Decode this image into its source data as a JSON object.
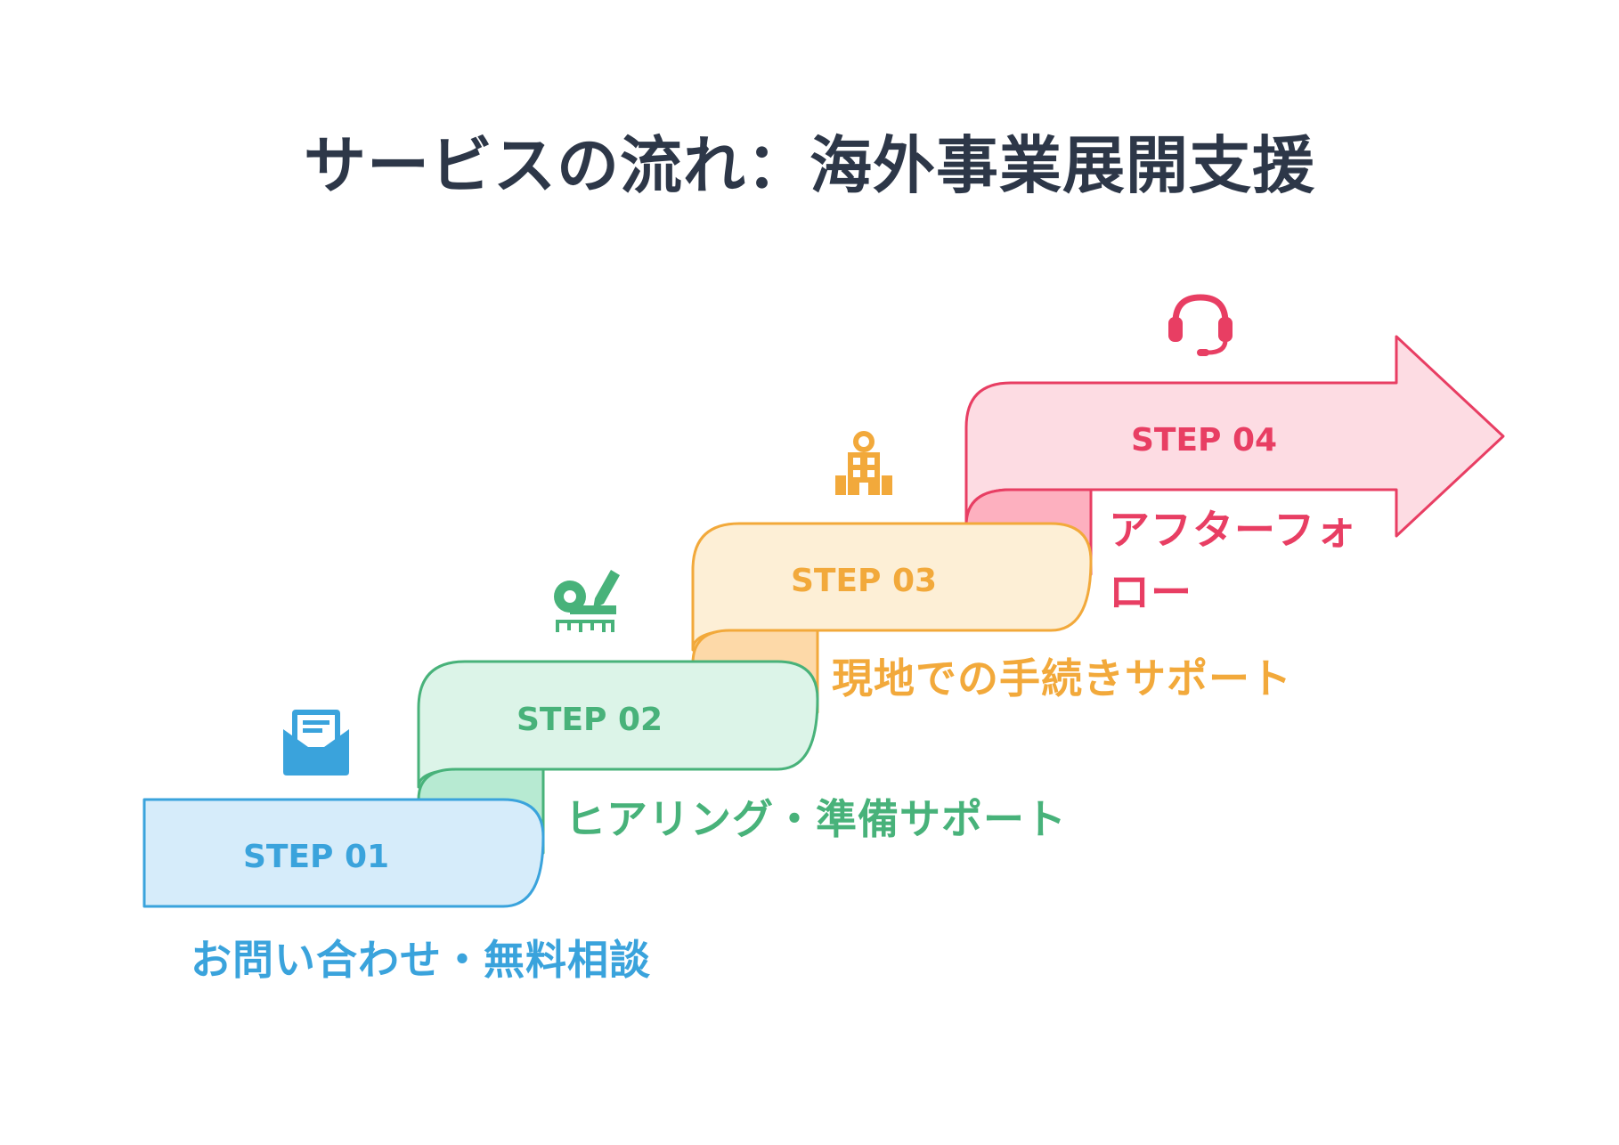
{
  "title": "サービスの流れ：海外事業展開支援",
  "steps": [
    {
      "label": "STEP 01",
      "description": "お問い合わせ・無料相談",
      "icon": "mail-inbox-icon",
      "color": "#3aa3dc",
      "fill": "#d6ecfa",
      "fold": "#d6ecfa"
    },
    {
      "label": "STEP 02",
      "description": "ヒアリング・準備サポート",
      "icon": "design-tools-icon",
      "color": "#48b27a",
      "fill": "#dcf4e8",
      "fold": "#b7ead2"
    },
    {
      "label": "STEP 03",
      "description": "現地での手続きサポート",
      "icon": "office-building-icon",
      "color": "#f2a93b",
      "fill": "#fdefd6",
      "fold": "#fdd9a8"
    },
    {
      "label": "STEP 04",
      "description": "アフターフォロー",
      "icon": "headset-icon",
      "color": "#e83e63",
      "fill": "#fddce3",
      "fold": "#fdb0bf"
    }
  ]
}
